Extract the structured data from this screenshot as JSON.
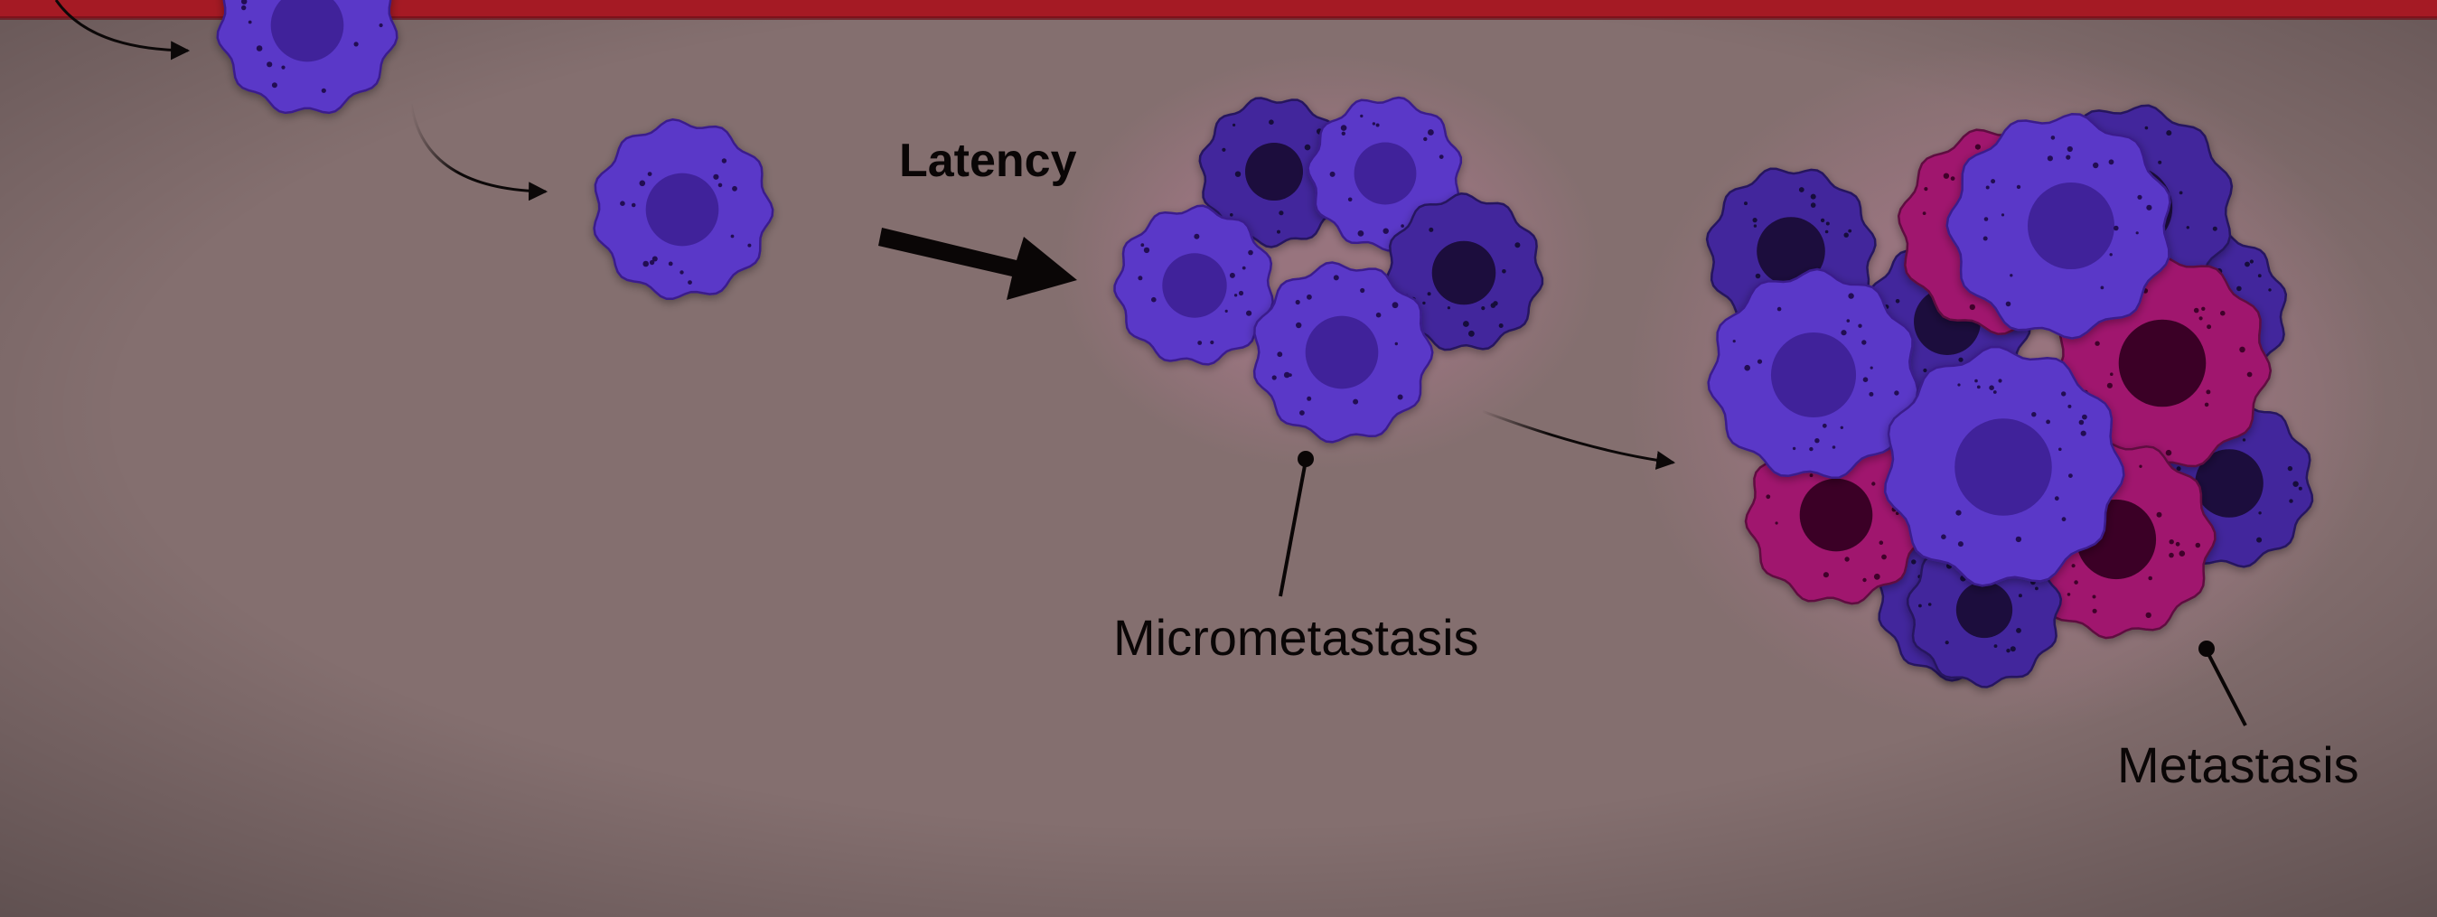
{
  "labels": {
    "latency": "Latency",
    "micrometastasis": "Micrometastasis",
    "metastasis": "Metastasis"
  },
  "colors": {
    "background": "#846f6f",
    "vessel": "#a51a24",
    "cell_violet": "#5a37c8",
    "cell_indigo": "#43279c",
    "cell_magenta": "#a0186e",
    "text": "#0a0606"
  }
}
